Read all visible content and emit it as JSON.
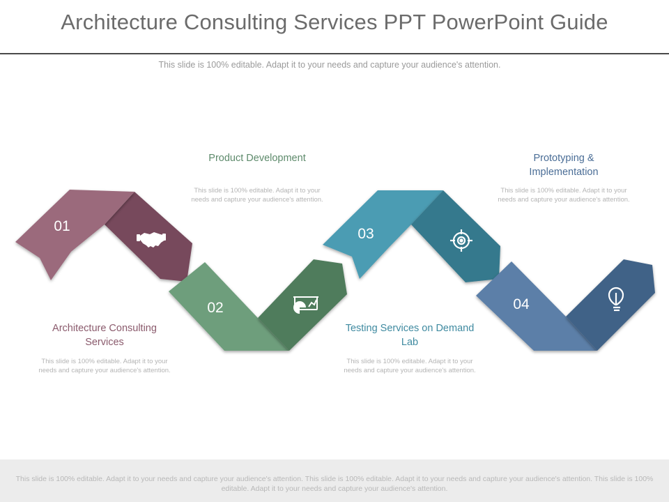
{
  "title": "Architecture Consulting Services PPT PowerPoint Guide",
  "subtitle": "This slide is 100% editable. Adapt it to your needs and capture your audience's attention.",
  "steps": [
    {
      "number": "01",
      "heading": "Architecture Consulting Services",
      "description": "This slide is 100% editable. Adapt it to your needs and capture your audience's attention.",
      "icon": "handshake-icon",
      "color_light": "#9b6a7c",
      "color_dark": "#774a5b"
    },
    {
      "number": "02",
      "heading": "Product Development",
      "description": "This slide is 100% editable. Adapt it to your needs and capture your audience's attention.",
      "icon": "presentation-board-icon",
      "color_light": "#6e9e7b",
      "color_dark": "#4f7b5b"
    },
    {
      "number": "03",
      "heading": "Testing Services on Demand Lab",
      "description": "This slide is 100% editable. Adapt it to your needs and capture your audience's attention.",
      "icon": "target-icon",
      "color_light": "#4c9cb3",
      "color_dark": "#35798d"
    },
    {
      "number": "04",
      "heading": "Prototyping & Implementation",
      "description": "This slide is 100% editable. Adapt it to your needs and capture your audience's attention.",
      "icon": "lightbulb-icon",
      "color_light": "#5b7fa8",
      "color_dark": "#416287"
    }
  ],
  "footer": "This slide is 100% editable. Adapt it to your needs and capture your audience's attention. This slide is 100% editable. Adapt it to your needs and capture your audience's attention. This slide is 100% editable. Adapt it to your needs and capture your audience's attention."
}
